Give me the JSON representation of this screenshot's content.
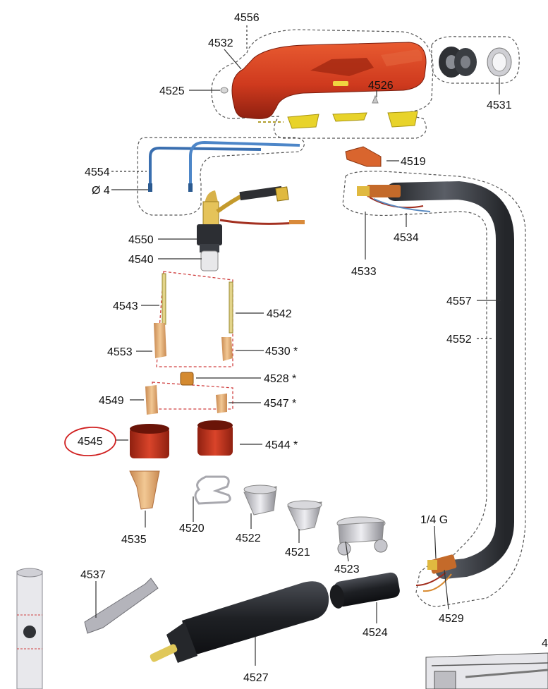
{
  "labels": {
    "l4556": "4556",
    "l4532": "4532",
    "l4525": "4525",
    "l4526": "4526",
    "l4531": "4531",
    "l4519": "4519",
    "l4554": "4554",
    "lphi4": "Ø 4",
    "l4550": "4550",
    "l4540": "4540",
    "l4533": "4533",
    "l4534": "4534",
    "l4543": "4543",
    "l4542": "4542",
    "l4557": "4557",
    "l4552": "4552",
    "l4553": "4553",
    "l4530": "4530 *",
    "l4528": "4528 *",
    "l4549": "4549",
    "l4547": "4547 *",
    "l4545": "4545",
    "l4544": "4544 *",
    "l4535": "4535",
    "l4520": "4520",
    "l4522": "4522",
    "l4521": "4521",
    "l4523": "4523",
    "l14g": "1/4 G",
    "l4529": "4529",
    "l4537": "4537",
    "l4524": "4524",
    "l4527": "4527",
    "l4cut": "4"
  },
  "colors": {
    "handle": "#cf3a1e",
    "handle_dark": "#9c2410",
    "yellow": "#e8d32a",
    "blue": "#3a6fb0",
    "cable": "#3c3f44",
    "brass": "#d8b24a",
    "tan": "#e5b07a",
    "red_part": "#c23520",
    "highlight": "#d02020"
  },
  "icons": [
    "torch-handle",
    "hose",
    "electrode",
    "nozzle",
    "cable",
    "grip"
  ]
}
